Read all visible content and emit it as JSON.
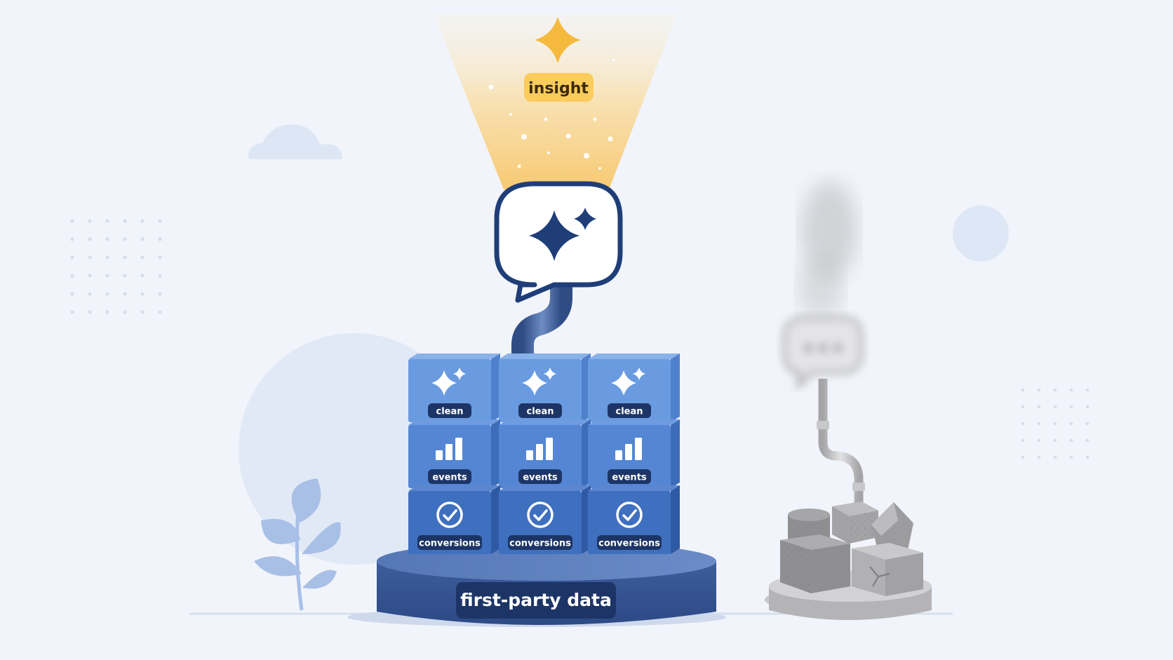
{
  "beam": {
    "label": "insight"
  },
  "blocks": {
    "rows": [
      {
        "label": "clean",
        "icon": "sparkles-icon"
      },
      {
        "label": "events",
        "icon": "bar-chart-icon"
      },
      {
        "label": "conversions",
        "icon": "check-circle-icon"
      }
    ]
  },
  "platform": {
    "label": "first-party data"
  },
  "colors": {
    "background": "#f1f4fa",
    "gold": "#f5b93d",
    "label_gold": "#fbcb5c",
    "navy": "#1f3e78",
    "block_top": "#6a9be0",
    "block_mid": "#5486d4",
    "block_bottom": "#3f6fbf",
    "label_dark": "#1d3566",
    "grey_rubble": "#9a9a9c"
  }
}
